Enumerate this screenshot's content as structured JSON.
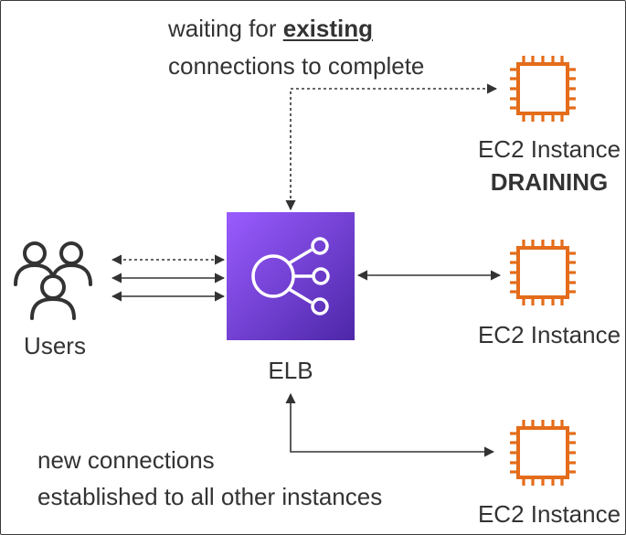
{
  "annotations": {
    "waiting_prefix": "waiting for ",
    "waiting_emphasis": "existing",
    "waiting_line2": "connections to complete",
    "new_line1": "new connections",
    "new_line2": "established to all other instances"
  },
  "users": {
    "label": "Users",
    "icon": "users-group-icon"
  },
  "elb": {
    "label": "ELB",
    "icon": "elb-load-balancer-icon",
    "gradient_top": "#9a5cff",
    "gradient_bottom": "#4d27a8"
  },
  "instances": [
    {
      "label": "EC2 Instance",
      "status": "DRAINING",
      "icon": "ec2-chip-icon"
    },
    {
      "label": "EC2 Instance",
      "icon": "ec2-chip-icon"
    },
    {
      "label": "EC2 Instance",
      "icon": "ec2-chip-icon"
    }
  ],
  "colors": {
    "ec2": "#e46c1a",
    "text": "#333333",
    "arrow": "#333333"
  }
}
